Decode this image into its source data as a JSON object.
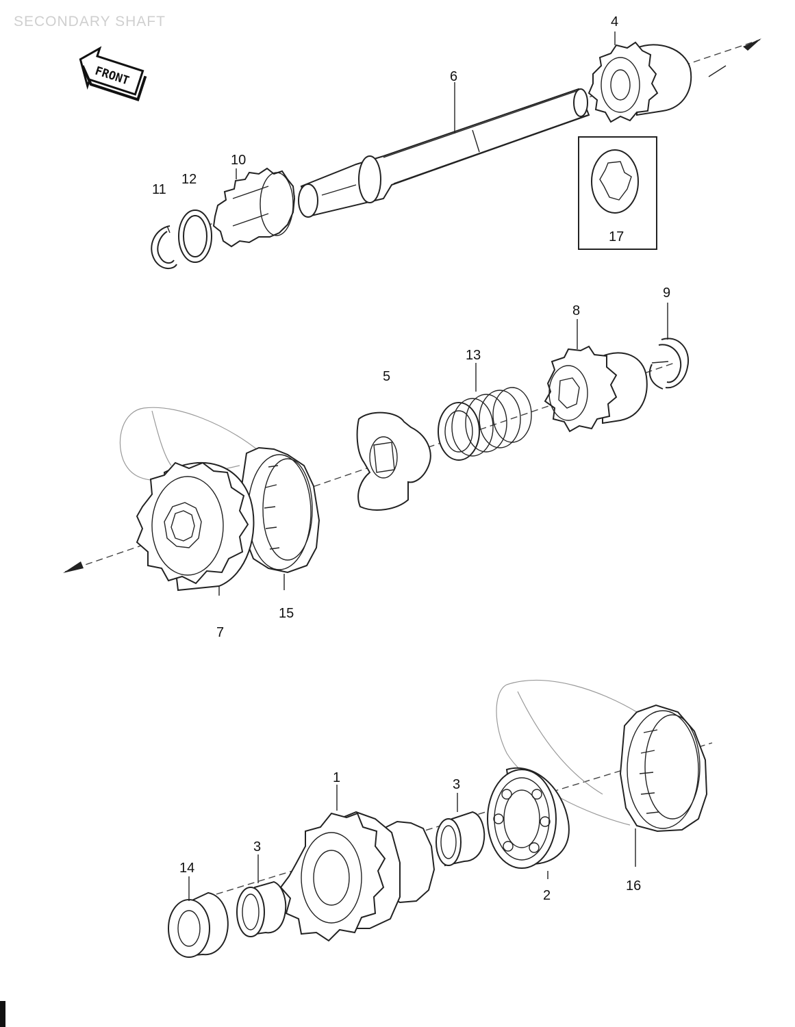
{
  "header": {
    "title": "SECONDARY SHAFT"
  },
  "badge": {
    "front_label": "FRONT"
  },
  "callouts": {
    "c1": "1",
    "c2": "2",
    "c3a": "3",
    "c3b": "3",
    "c4": "4",
    "c5": "5",
    "c6": "6",
    "c7": "7",
    "c8": "8",
    "c9": "9",
    "c10": "10",
    "c11": "11",
    "c12": "12",
    "c13": "13",
    "c14": "14",
    "c15": "15",
    "c16": "16",
    "c17": "17"
  }
}
